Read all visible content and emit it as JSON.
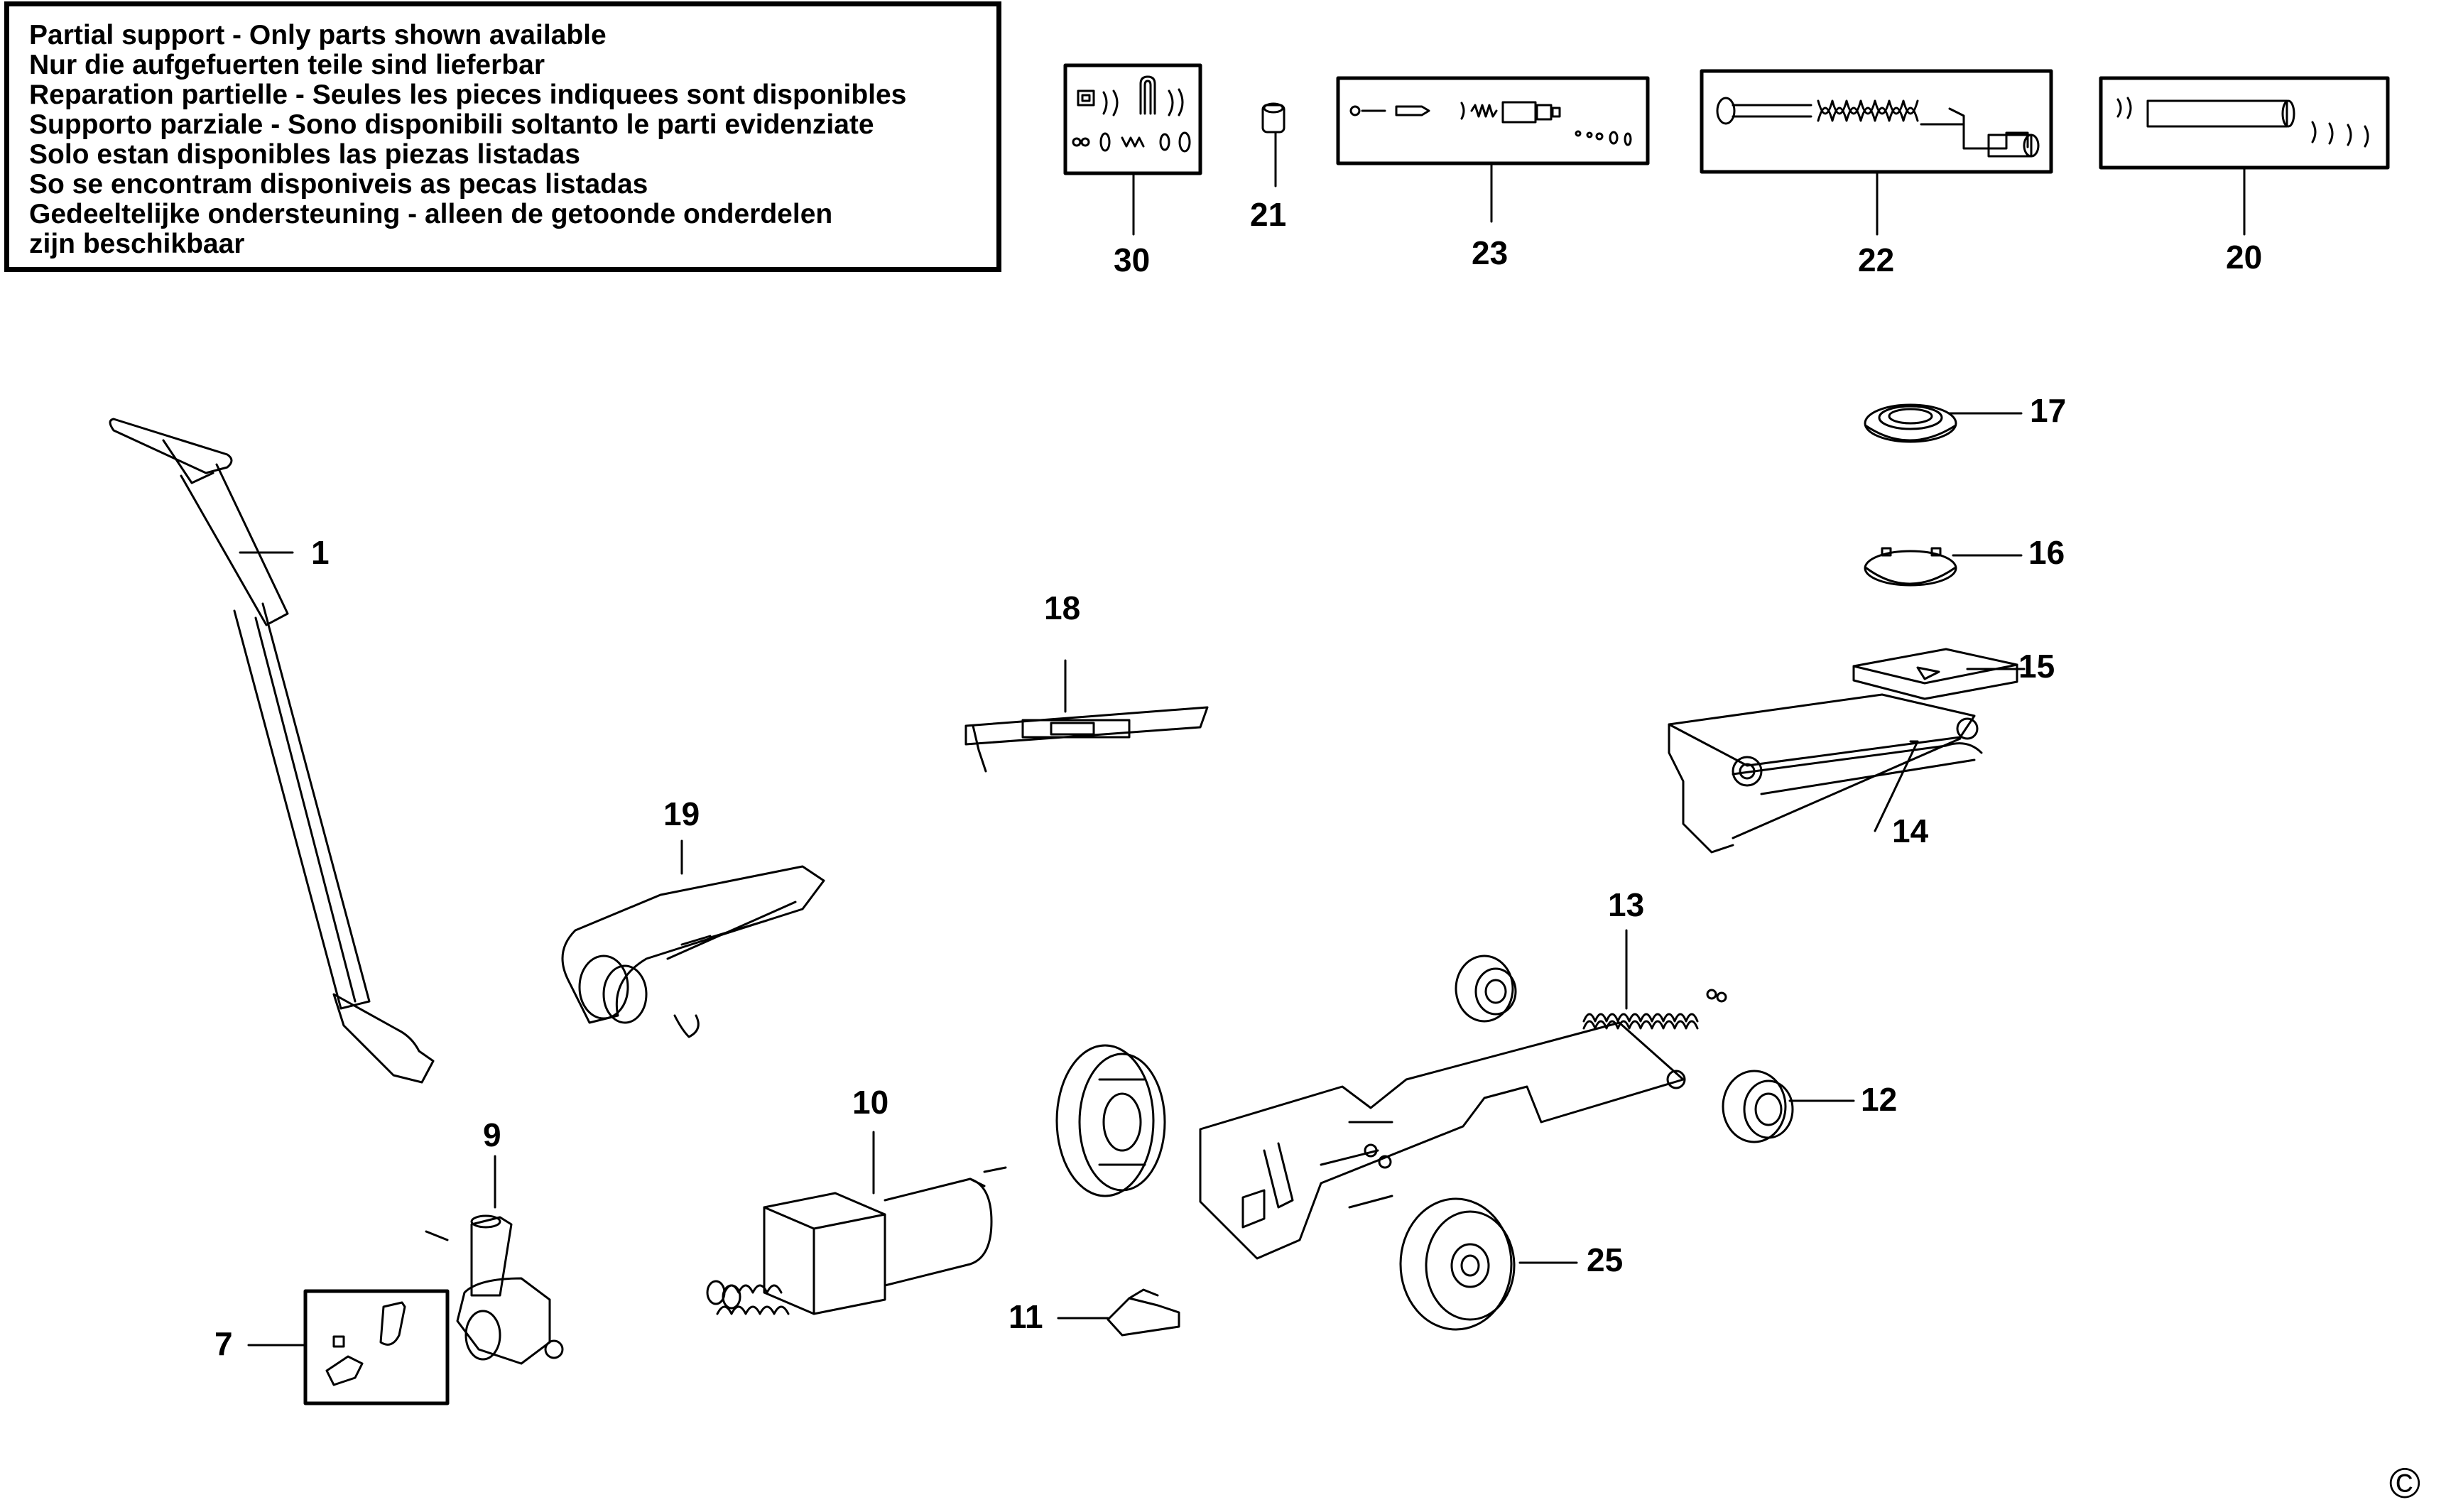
{
  "notice": {
    "lines": [
      "Partial support - Only parts shown available",
      "Nur die aufgefuerten teile sind lieferbar",
      "Reparation partielle - Seules les pieces indiquees sont disponibles",
      "Supporto parziale - Sono disponibili soltanto le parti evidenziate",
      "Solo estan disponibles las piezas listadas",
      "So se encontram disponiveis as pecas listadas",
      "Gedeeltelijke ondersteuning - alleen de getoonde onderdelen",
      "zijn beschikbaar"
    ]
  },
  "parts": [
    {
      "id": "part-1",
      "number": "1"
    },
    {
      "id": "part-7",
      "number": "7"
    },
    {
      "id": "part-9",
      "number": "9"
    },
    {
      "id": "part-10",
      "number": "10"
    },
    {
      "id": "part-11",
      "number": "11"
    },
    {
      "id": "part-12",
      "number": "12"
    },
    {
      "id": "part-13",
      "number": "13"
    },
    {
      "id": "part-14",
      "number": "14"
    },
    {
      "id": "part-15",
      "number": "15"
    },
    {
      "id": "part-16",
      "number": "16"
    },
    {
      "id": "part-17",
      "number": "17"
    },
    {
      "id": "part-18",
      "number": "18"
    },
    {
      "id": "part-19",
      "number": "19"
    },
    {
      "id": "part-20",
      "number": "20"
    },
    {
      "id": "part-21",
      "number": "21"
    },
    {
      "id": "part-22",
      "number": "22"
    },
    {
      "id": "part-23",
      "number": "23"
    },
    {
      "id": "part-25",
      "number": "25"
    },
    {
      "id": "part-30",
      "number": "30"
    }
  ],
  "copyright_symbol": "©",
  "colors": {
    "ink": "#000000",
    "background": "#ffffff"
  }
}
